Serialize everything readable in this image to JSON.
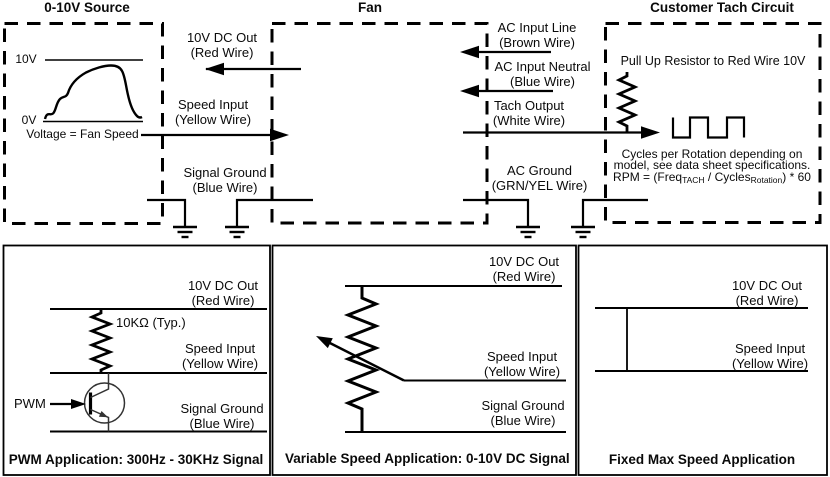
{
  "colors": {
    "ink": "#000000",
    "background": "#ffffff"
  },
  "top_section": {
    "source_box": {
      "title": "0-10V Source",
      "graph": {
        "y_max": "10V",
        "y_min": "0V",
        "caption": "Voltage = Fan Speed"
      }
    },
    "fan_box": {
      "title": "Fan"
    },
    "tach_box": {
      "title": "Customer Tach Circuit",
      "pullup_note": "Pull Up Resistor to Red Wire 10V",
      "cycles_note_line1": "Cycles per Rotation depending on",
      "cycles_note_line2": "model, see data sheet specifications.",
      "formula": {
        "part1": "RPM = (Freq",
        "sub1": "TACH",
        "part2": " / Cycles",
        "sub2": "Rotation",
        "part3": ") * 60"
      }
    },
    "source_fan_wires": [
      {
        "name": "10V DC Out",
        "wire": "(Red Wire)"
      },
      {
        "name": "Speed Input",
        "wire": "(Yellow Wire)"
      },
      {
        "name": "Signal Ground",
        "wire": "(Blue Wire)"
      }
    ],
    "fan_tach_wires": [
      {
        "name": "AC Input Line",
        "wire": "(Brown Wire)"
      },
      {
        "name": "AC Input Neutral",
        "wire": "(Blue Wire)"
      },
      {
        "name": "Tach Output",
        "wire": "(White Wire)"
      },
      {
        "name": "AC Ground",
        "wire": "(GRN/YEL Wire)"
      }
    ]
  },
  "bottom_section": {
    "pwm_app": {
      "row1": {
        "name": "10V DC Out",
        "wire": "(Red Wire)"
      },
      "row2": {
        "name": "Speed Input",
        "wire": "(Yellow Wire)"
      },
      "row3": {
        "name": "Signal Ground",
        "wire": "(Blue Wire)"
      },
      "resistor_value": "10KΩ (Typ.)",
      "input_label": "PWM",
      "caption": "PWM Application: 300Hz - 30KHz Signal"
    },
    "variable_app": {
      "row1": {
        "name": "10V DC Out",
        "wire": "(Red Wire)"
      },
      "row2": {
        "name": "Speed Input",
        "wire": "(Yellow Wire)"
      },
      "row3": {
        "name": "Signal Ground",
        "wire": "(Blue Wire)"
      },
      "caption": "Variable Speed Application: 0-10V DC Signal"
    },
    "fixed_app": {
      "row1": {
        "name": "10V DC Out",
        "wire": "(Red Wire)"
      },
      "row2": {
        "name": "Speed Input",
        "wire": "(Yellow Wire)"
      },
      "caption": "Fixed Max Speed Application"
    }
  }
}
